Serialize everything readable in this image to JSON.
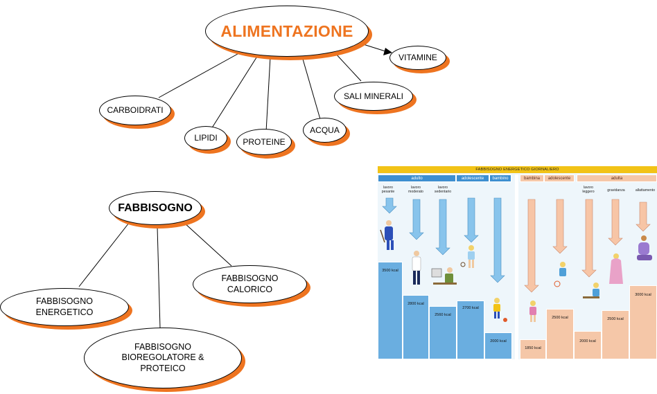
{
  "concept_map_1": {
    "root": "ALIMENTAZIONE",
    "children": [
      "VITAMINE",
      "SALI MINERALI",
      "CARBOIDRATI",
      "LIPIDI",
      "PROTEINE",
      "ACQUA"
    ]
  },
  "concept_map_2": {
    "root": "FABBISOGNO",
    "children": [
      "FABBISOGNO ENERGETICO",
      "FABBISOGNO CALORICO",
      "FABBISOGNO BIOREGOLATORE & PROTEICO"
    ]
  },
  "infographic": {
    "title": "FABBISOGNO ENERGETICO GIORNALIERO",
    "groups": [
      "adulto",
      "adolescente",
      "bambino",
      "bambina",
      "adolescente",
      "adulta"
    ],
    "subgroups": [
      "lavoro pesante",
      "lavoro moderato",
      "lavoro sedentario",
      "lavoro leggero",
      "gravidanza",
      "allattamento"
    ],
    "kcal": [
      "3500 kcal",
      "2800 kcal",
      "2560 kcal",
      "2700 kcal",
      "2000 kcal",
      "1850 kcal",
      "2500 kcal",
      "2000 kcal",
      "2500 kcal",
      "3000 kcal"
    ],
    "colors": {
      "male": "#6aaee0",
      "female": "#f5c7a8",
      "title": "#f2c316"
    }
  }
}
